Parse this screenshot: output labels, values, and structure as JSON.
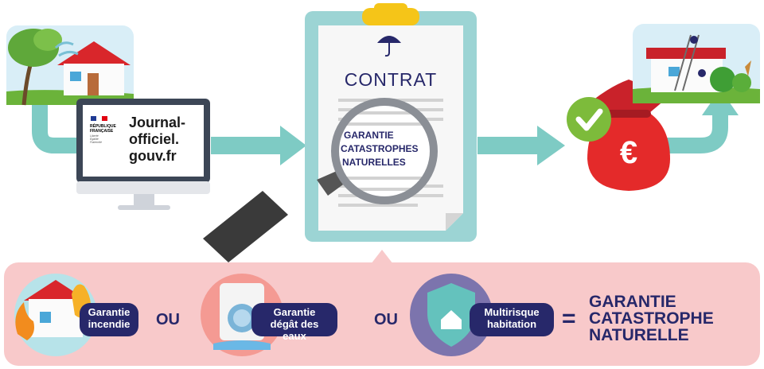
{
  "top": {
    "journal": {
      "republique_line1": "RÉPUBLIQUE",
      "republique_line2": "FRANÇAISE",
      "devise_line1": "Liberté",
      "devise_line2": "Égalité",
      "devise_line3": "Fraternité",
      "site_line1": "Journal-",
      "site_line2": "officiel.",
      "site_line3": "gouv.fr"
    },
    "contract": {
      "title": "CONTRAT",
      "magnified_line1": "GARANTIE",
      "magnified_line2": "CATASTROPHES",
      "magnified_line3": "NATURELLES"
    },
    "money_bag_symbol": "€"
  },
  "bottom": {
    "item1": {
      "line1": "Garantie",
      "line2": "incendie"
    },
    "or1": "OU",
    "item2": {
      "line1": "Garantie",
      "line2": "dégât des eaux"
    },
    "or2": "OU",
    "item3": {
      "line1": "Multirisque",
      "line2": "habitation"
    },
    "equals": "=",
    "result": {
      "line1": "GARANTIE",
      "line2": "CATASTROPHE",
      "line3": "NATURELLE"
    }
  },
  "colors": {
    "navy": "#27286a",
    "teal_arrow": "#7ecbc4",
    "panel_pink": "#f8c9ca",
    "bag_red": "#e42a2a",
    "check_green": "#7dbb3b",
    "clip_yellow": "#f5c518"
  }
}
